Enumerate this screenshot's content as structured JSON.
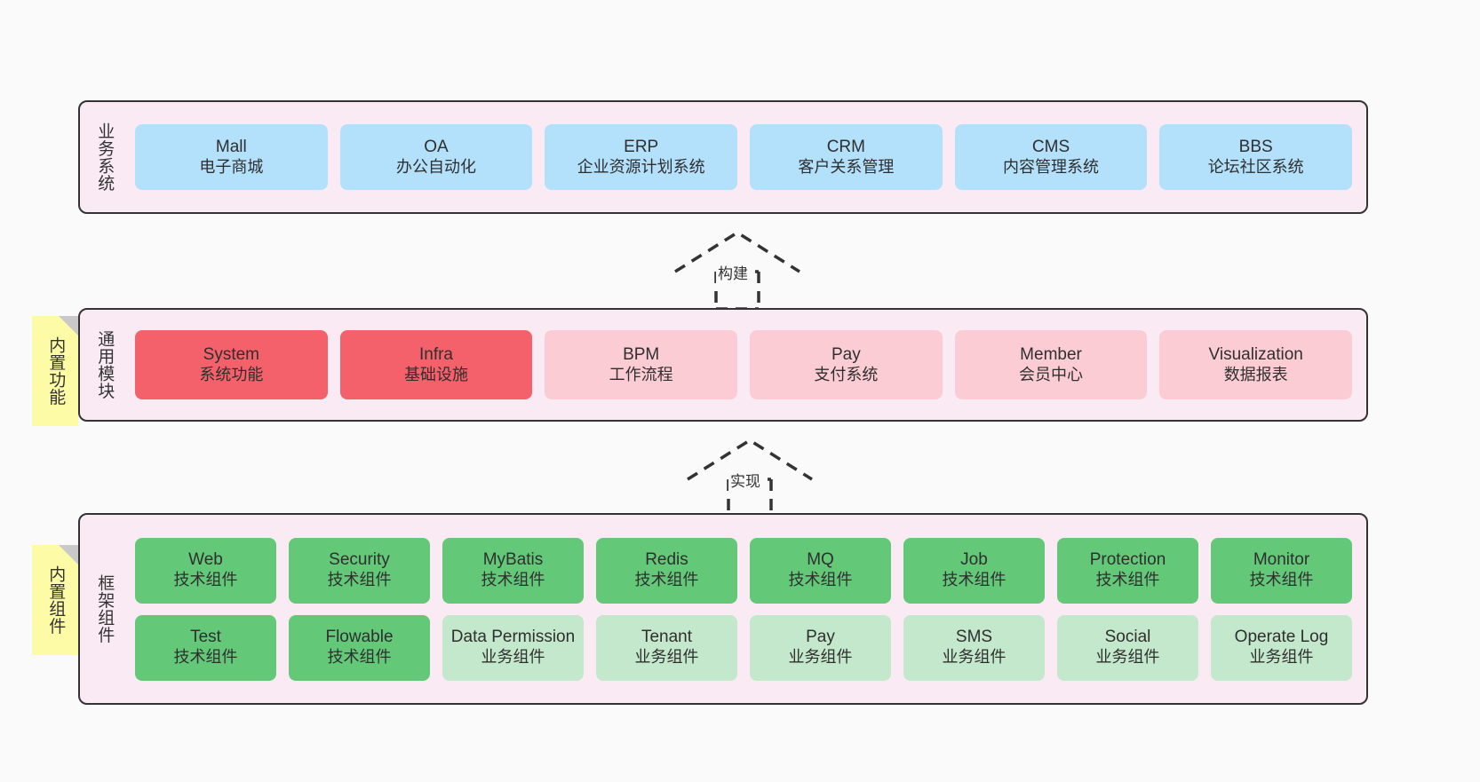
{
  "diagram": {
    "title": "",
    "colors": {
      "background": "#fafafa",
      "band_fill": "#faeaf4",
      "band_stroke": "#333333",
      "blue": "#b3e0fb",
      "red": "#f4616a",
      "pink": "#fcccd5",
      "green": "#63c878",
      "light_green": "#c3e8cb",
      "sticky_yellow": "#fdfba6",
      "sticky_fold": "#c9c9c9"
    }
  },
  "layers": [
    {
      "id": "business-system",
      "title": "业务系统",
      "rows": [
        [
          {
            "en": "Mall",
            "cn": "电子商城",
            "color": "blue"
          },
          {
            "en": "OA",
            "cn": "办公自动化",
            "color": "blue"
          },
          {
            "en": "ERP",
            "cn": "企业资源计划系统",
            "color": "blue"
          },
          {
            "en": "CRM",
            "cn": "客户关系管理",
            "color": "blue"
          },
          {
            "en": "CMS",
            "cn": "内容管理系统",
            "color": "blue"
          },
          {
            "en": "BBS",
            "cn": "论坛社区系统",
            "color": "blue"
          }
        ]
      ]
    },
    {
      "id": "common-module",
      "title": "通用模块",
      "sticky": "内置功能",
      "rows": [
        [
          {
            "en": "System",
            "cn": "系统功能",
            "color": "red"
          },
          {
            "en": "Infra",
            "cn": "基础设施",
            "color": "red"
          },
          {
            "en": "BPM",
            "cn": "工作流程",
            "color": "pink"
          },
          {
            "en": "Pay",
            "cn": "支付系统",
            "color": "pink"
          },
          {
            "en": "Member",
            "cn": "会员中心",
            "color": "pink"
          },
          {
            "en": "Visualization",
            "cn": "数据报表",
            "color": "pink"
          }
        ]
      ]
    },
    {
      "id": "framework-component",
      "title": "框架组件",
      "sticky": "内置组件",
      "rows": [
        [
          {
            "en": "Web",
            "cn": "技术组件",
            "color": "green"
          },
          {
            "en": "Security",
            "cn": "技术组件",
            "color": "green"
          },
          {
            "en": "MyBatis",
            "cn": "技术组件",
            "color": "green"
          },
          {
            "en": "Redis",
            "cn": "技术组件",
            "color": "green"
          },
          {
            "en": "MQ",
            "cn": "技术组件",
            "color": "green"
          },
          {
            "en": "Job",
            "cn": "技术组件",
            "color": "green"
          },
          {
            "en": "Protection",
            "cn": "技术组件",
            "color": "green"
          },
          {
            "en": "Monitor",
            "cn": "技术组件",
            "color": "green"
          }
        ],
        [
          {
            "en": "Test",
            "cn": "技术组件",
            "color": "green"
          },
          {
            "en": "Flowable",
            "cn": "技术组件",
            "color": "green"
          },
          {
            "en": "Data Permission",
            "cn": "业务组件",
            "color": "light_green"
          },
          {
            "en": "Tenant",
            "cn": "业务组件",
            "color": "light_green"
          },
          {
            "en": "Pay",
            "cn": "业务组件",
            "color": "light_green"
          },
          {
            "en": "SMS",
            "cn": "业务组件",
            "color": "light_green"
          },
          {
            "en": "Social",
            "cn": "业务组件",
            "color": "light_green"
          },
          {
            "en": "Operate Log",
            "cn": "业务组件",
            "color": "light_green"
          }
        ]
      ]
    }
  ],
  "connectors": [
    {
      "id": "build",
      "label": "构建",
      "from": "common-module",
      "to": "business-system"
    },
    {
      "id": "implement",
      "label": "实现",
      "from": "framework-component",
      "to": "common-module"
    }
  ]
}
